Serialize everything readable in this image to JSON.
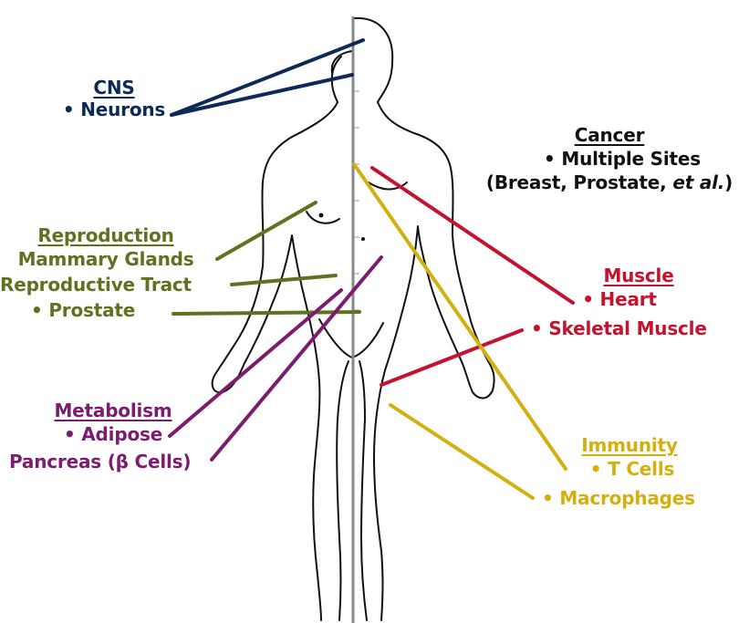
{
  "colors": {
    "cns": "#0d2a57",
    "reproduction": "#5e7220",
    "metabolism": "#7b1c70",
    "cancer": "#111111",
    "muscle": "#c4122f",
    "immunity": "#d4b00e"
  },
  "groups": {
    "cns": {
      "heading": "CNS",
      "items": [
        "• Neurons"
      ]
    },
    "reproduction": {
      "heading": "Reproduction",
      "items": [
        "Mammary Glands",
        "Reproductive Tract",
        "• Prostate"
      ]
    },
    "metabolism": {
      "heading": "Metabolism",
      "items": [
        "• Adipose",
        "Pancreas (β Cells)"
      ]
    },
    "cancer": {
      "heading": "Cancer",
      "items": [
        "• Multiple Sites",
        "(Breast, Prostate, ",
        "et al.",
        ")"
      ]
    },
    "muscle": {
      "heading": "Muscle",
      "items": [
        "• Heart",
        "• Skeletal Muscle"
      ]
    },
    "immunity": {
      "heading": "Immunity",
      "items": [
        "• T Cells",
        "• Macrophages"
      ]
    }
  }
}
